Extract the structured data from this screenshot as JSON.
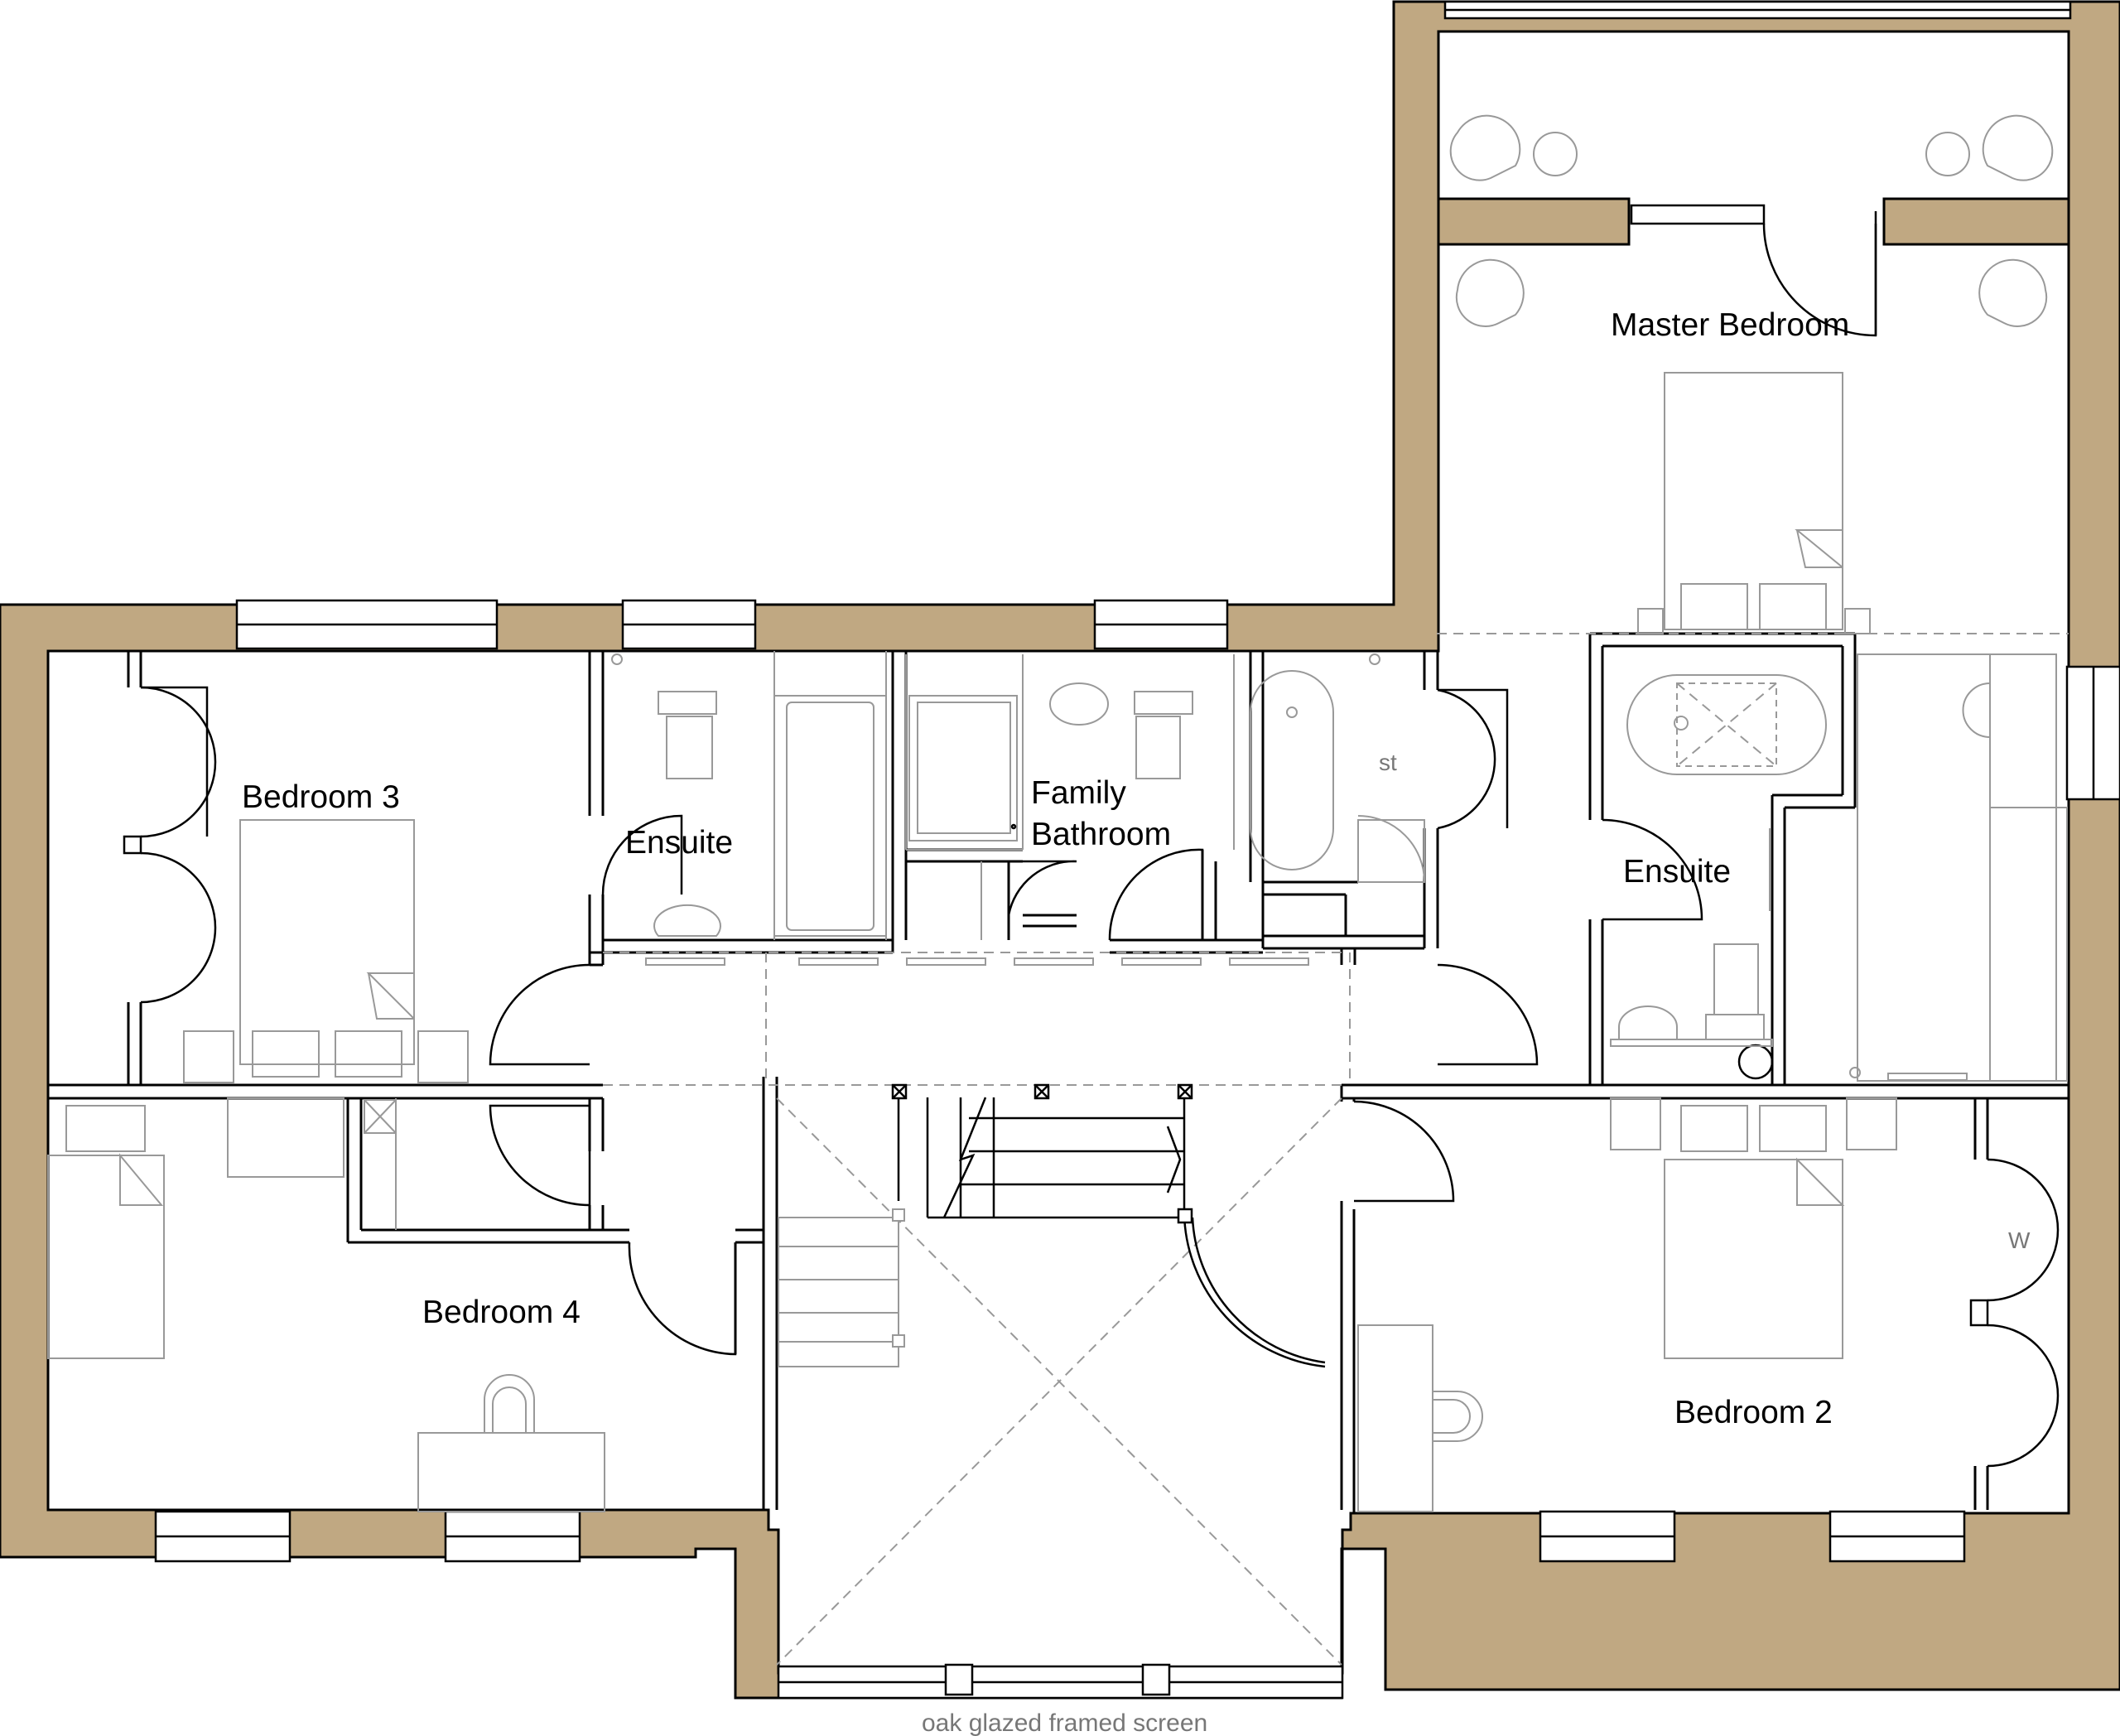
{
  "rooms": {
    "master_bedroom": "Master Bedroom",
    "bedroom_3": "Bedroom 3",
    "ensuite_left": "Ensuite",
    "family_bathroom_line1": "Family",
    "family_bathroom_line2": "Bathroom",
    "store": "st",
    "ensuite_right": "Ensuite",
    "bedroom_4": "Bedroom 4",
    "bedroom_2": "Bedroom 2",
    "wardrobe": "W"
  },
  "caption": "oak glazed framed screen",
  "colors": {
    "external_wall": "#c0a882",
    "line": "#000000",
    "furniture": "#999999"
  }
}
